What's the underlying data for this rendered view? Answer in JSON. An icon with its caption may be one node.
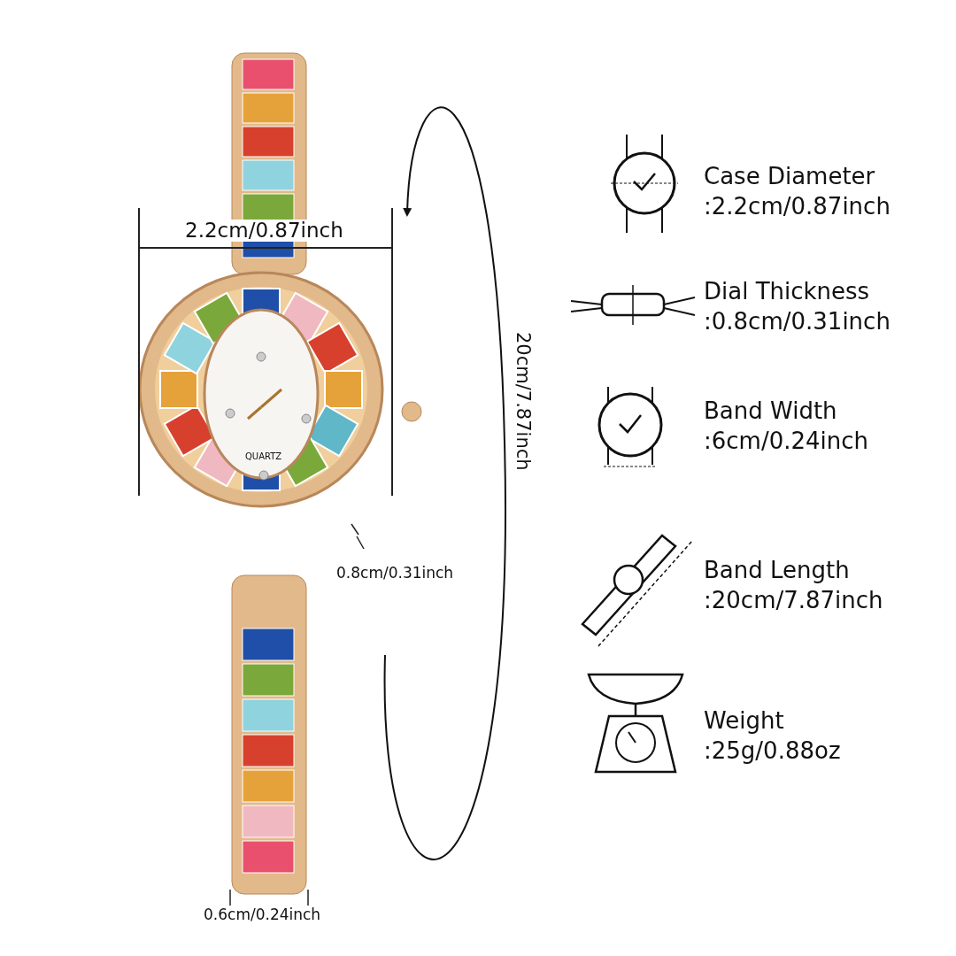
{
  "diagram": {
    "labels": [
      "2.2cm/0.87inch",
      "QUARTZ",
      "20cm/7.87inch",
      "0.8cm/0.31inch",
      "0.6cm/0.24inch",
      "Case Diameter",
      ":2.2cm/0.87inch",
      "Dial Thickness",
      ":0.8cm/0.31inch",
      "Band Width",
      ":6cm/0.24inch",
      "Band Length",
      ":20cm/7.87inch",
      "Weight",
      ":25g/0.88oz"
    ]
  }
}
